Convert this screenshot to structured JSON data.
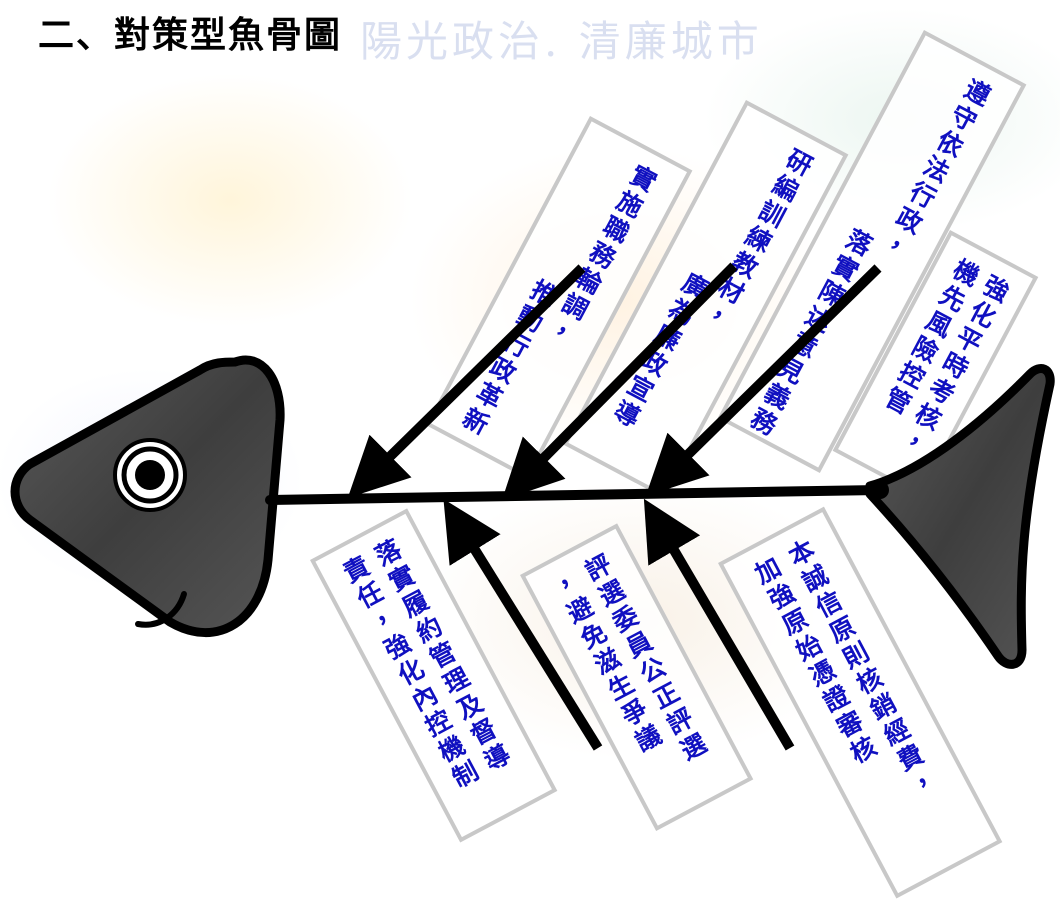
{
  "title": "二、對策型魚骨圖",
  "background_text": "陽光政治. 清廉城市",
  "colors": {
    "text": "#1010c0",
    "box_border": "#c8c8c8",
    "fish_body": "#4a4a4a",
    "bone": "#000000"
  },
  "top_bones": [
    {
      "id": "top-1",
      "lines": [
        "實施職務輪調，",
        "推動行政革新"
      ]
    },
    {
      "id": "top-2",
      "lines": [
        "研編訓練教材，",
        "廣為廉政宣導"
      ]
    },
    {
      "id": "top-3",
      "lines": [
        "遵守依法行政，",
        "落實陳述意見義務"
      ]
    },
    {
      "id": "top-4",
      "lines": [
        "強化平時考核，",
        "機先風險控管"
      ]
    }
  ],
  "bottom_bones": [
    {
      "id": "bottom-1",
      "lines": [
        "落實履約管理及督導",
        "責任，強化內控機制"
      ]
    },
    {
      "id": "bottom-2",
      "lines": [
        "評選委員公正評選",
        "，避免滋生爭議"
      ]
    },
    {
      "id": "bottom-3",
      "lines": [
        "本誠信原則核銷經費，",
        "加強原始憑證審核"
      ]
    }
  ]
}
